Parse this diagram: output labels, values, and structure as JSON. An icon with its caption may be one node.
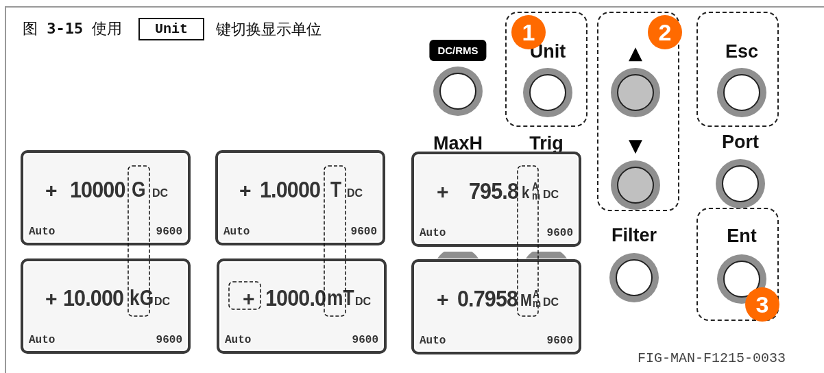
{
  "diagram": {
    "title": "图 **3-15** 使用",
    "nodes": [
      {
        "text": [
          "Unit"
        ],
        "beside": [
          "键切换显示单位"
        ]
      },
      {
        "text": [
          "+",
          "10000",
          "G",
          "DC",
          "Auto",
          "9600"
        ]
      },
      {
        "text": [
          "+",
          "1.0000",
          "T",
          "DC",
          "Auto",
          "9600"
        ]
      },
      {
        "text": [
          "+",
          "795.8",
          "k",
          "A",
          "m",
          "DC",
          "Auto",
          "9600"
        ]
      },
      {
        "text": [
          "+",
          "10.000",
          "kG",
          "DC",
          "Auto",
          "9600"
        ]
      },
      {
        "text": [
          "+",
          "1000.0",
          "mT",
          "DC",
          "Auto",
          "9600"
        ]
      },
      {
        "text": [
          "+",
          "0.7958",
          "M",
          "A",
          "m",
          "DC",
          "Auto",
          "9600"
        ]
      },
      {
        "text": [
          "DC/RMS"
        ]
      },
      {
        "text": [],
        "shape": "box"
      },
      {
        "text": [
          "1"
        ],
        "in": 8
      },
      {
        "text": [
          "Unit"
        ],
        "in": 8
      },
      {
        "text": [],
        "shape": "box"
      },
      {
        "text": [
          "2"
        ],
        "in": 11
      },
      {
        "text": [
          "▲"
        ],
        "in": 11
      },
      {
        "text": [
          "▼"
        ],
        "in": 11
      },
      {
        "text": [],
        "shape": "box"
      },
      {
        "text": [
          "Esc"
        ],
        "in": 15
      },
      {
        "text": [
          "MaxH"
        ]
      },
      {
        "text": [
          "Trig"
        ]
      },
      {
        "text": [
          "Port"
        ]
      },
      {
        "text": [
          "Filter"
        ]
      },
      {
        "text": [],
        "shape": "box"
      },
      {
        "text": [
          "Ent"
        ],
        "in": 21
      },
      {
        "text": [
          "3"
        ],
        "in": 21
      }
    ],
    "edges": [],
    "labels": [
      "FIG-MAN-F1215-0033"
    ]
  }
}
